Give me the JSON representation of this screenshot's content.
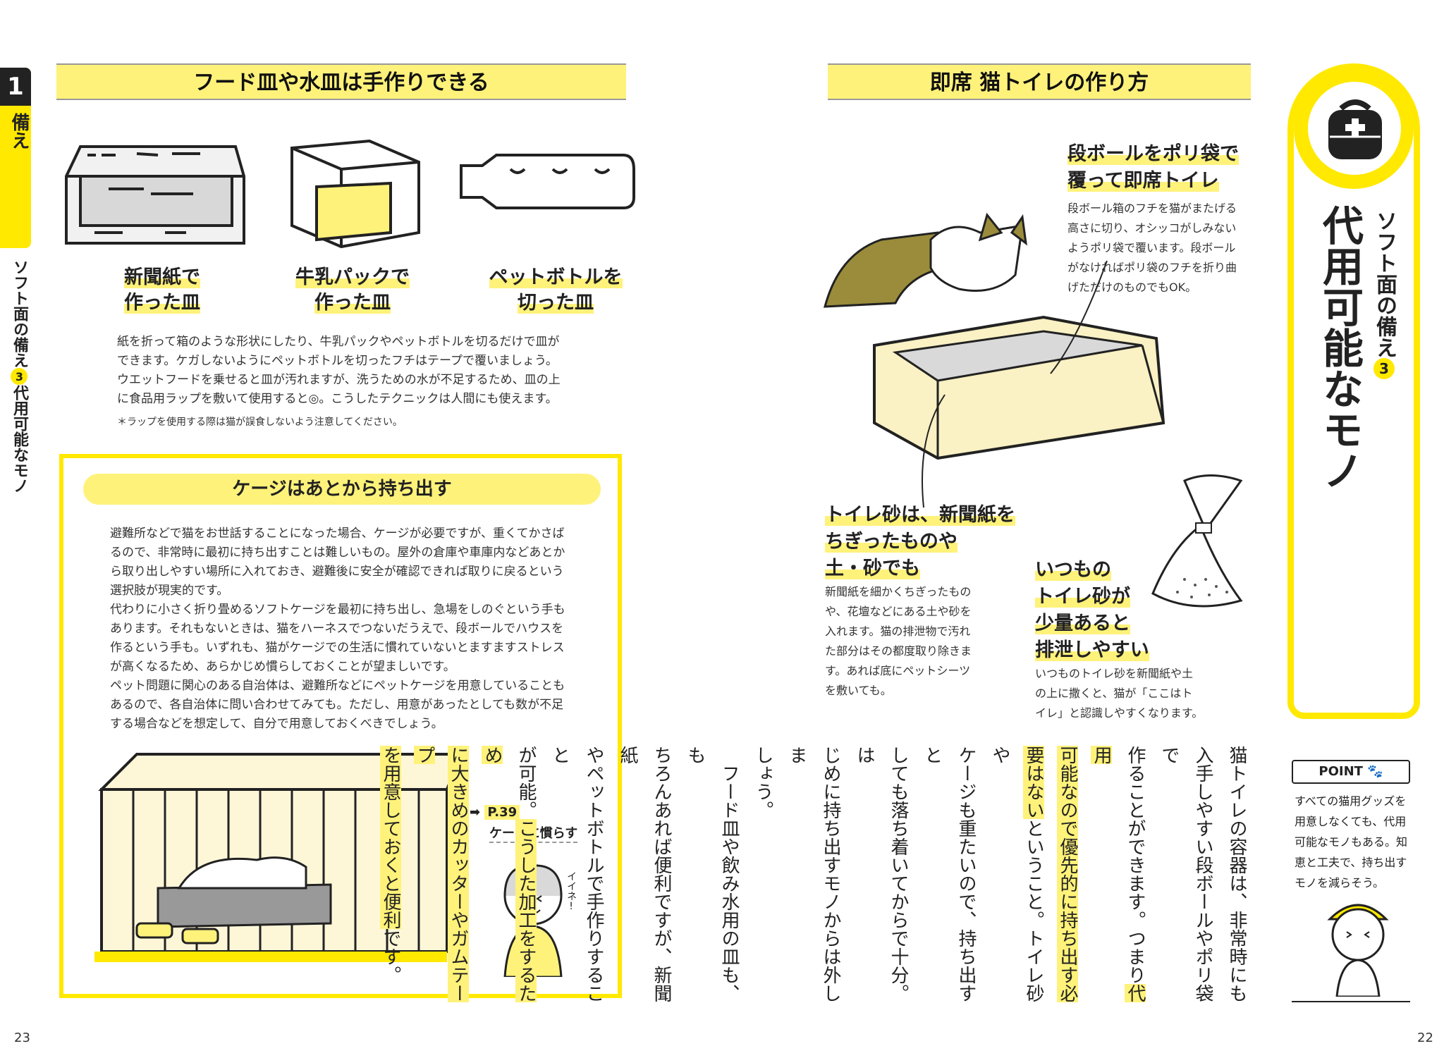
{
  "left_page": {
    "chapter_number": "1",
    "chapter_title": "備え",
    "running_head": {
      "part1": "ソフト面の備え",
      "num": "3",
      "part2": "代用可能なモノ"
    },
    "section1": {
      "heading": "フード皿や水皿は手作りできる",
      "dishes": [
        {
          "line1": "新聞紙で",
          "line2": "作った皿"
        },
        {
          "line1": "牛乳パックで",
          "line2": "作った皿"
        },
        {
          "line1": "ペットボトルを",
          "line2": "切った皿"
        }
      ],
      "body": [
        "紙を折って箱のような形状にしたり、牛乳パックやペットボトルを切るだけで皿が",
        "できます。ケガしないようにペットボトルを切ったフチはテープで覆いましょう。",
        "ウエットフードを乗せると皿が汚れますが、洗うための水が不足するため、皿の上",
        "に食品用ラップを敷いて使用すると◎。こうしたテクニックは人間にも使えます。"
      ],
      "note": "＊ラップを使用する際は猫が誤食しないよう注意してください。"
    },
    "section2": {
      "heading": "ケージはあとから持ち出す",
      "body": [
        "避難所などで猫をお世話することになった場合、ケージが必要ですが、重くてかさば",
        "るので、非常時に最初に持ち出すことは難しいもの。屋外の倉庫や車庫内などあとか",
        "ら取り出しやすい場所に入れておき、避難後に安全が確認できれば取りに戻るという",
        "選択肢が現実的です。",
        "代わりに小さく折り畳めるソフトケージを最初に持ち出し、急場をしのぐという手も",
        "あります。それもないときは、猫をハーネスでつないだうえで、段ボールでハウスを",
        "作るという手も。いずれも、猫がケージでの生活に慣れていないとますますストレス",
        "が高くなるため、あらかじめ慣らしておくことが望ましいです。",
        "ペット問題に関心のある自治体は、避難所などにペットケージを用意していることも",
        "あるので、各自治体に問い合わせてみても。ただし、用意があったとしても数が不足",
        "する場合などを想定して、自分で用意しておくべきでしょう。"
      ],
      "ref_page": "P.39",
      "ref_text": "ケージに慣らす",
      "person_speech": "イイネ!"
    },
    "page_number": "23"
  },
  "right_page": {
    "section_heading": "即席 猫トイレの作り方",
    "tab": {
      "sub_a": "ソフト面の備え",
      "sub_num": "3",
      "title": "代用可能なモノ"
    },
    "callout1": {
      "head1": "段ボールをポリ袋で",
      "head2": "覆って即席トイレ",
      "body": [
        "段ボール箱のフチを猫がまたげる",
        "高さに切り、オシッコがしみない",
        "ようポリ袋で覆います。段ボール",
        "がなければポリ袋のフチを折り曲",
        "げただけのものでもOK。"
      ]
    },
    "callout2": {
      "head1": "トイレ砂は、新聞紙を",
      "head2": "ちぎったものや",
      "head3": "土・砂でも",
      "body": [
        "新聞紙を細かくちぎったもの",
        "や、花壇などにある土や砂を",
        "入れます。猫の排泄物で汚れ",
        "た部分はその都度取り除きま",
        "す。あれば底にペットシーツ",
        "を敷いても。"
      ]
    },
    "callout3": {
      "head1": "いつもの",
      "head2": "トイレ砂が",
      "head3": "少量あると",
      "head4": "排泄しやすい",
      "body": [
        "いつものトイレ砂を新聞紙や土",
        "の上に撒くと、猫が「ここはト",
        "イレ」と認識しやすくなります。"
      ]
    },
    "vertical_body": [
      {
        "parts": [
          {
            "t": "猫トイレの容器は、非常時にも",
            "h": false
          }
        ]
      },
      {
        "parts": [
          {
            "t": "入手しやすい段ボールやポリ袋で",
            "h": false
          }
        ]
      },
      {
        "parts": [
          {
            "t": "作ることができます。つまり",
            "h": false
          },
          {
            "t": "代用",
            "h": true
          }
        ]
      },
      {
        "parts": [
          {
            "t": "可能なので優先的に持ち出す必",
            "h": true
          }
        ]
      },
      {
        "parts": [
          {
            "t": "要はない",
            "h": true
          },
          {
            "t": "ということ。トイレ砂や",
            "h": false
          }
        ]
      },
      {
        "parts": [
          {
            "t": "ケージも重たいので、持ち出すと",
            "h": false
          }
        ]
      },
      {
        "parts": [
          {
            "t": "しても落ち着いてからで十分。は",
            "h": false
          }
        ]
      },
      {
        "parts": [
          {
            "t": "じめに持ち出すモノからは外しま",
            "h": false
          }
        ]
      },
      {
        "parts": [
          {
            "t": "しょう。",
            "h": false
          }
        ]
      },
      {
        "parts": [
          {
            "t": "　フード皿や飲み水用の皿も、も",
            "h": false
          }
        ]
      },
      {
        "parts": [
          {
            "t": "ちろんあれば便利ですが、新聞紙",
            "h": false
          }
        ]
      },
      {
        "parts": [
          {
            "t": "やペットボトルで手作りすること",
            "h": false
          }
        ]
      },
      {
        "parts": [
          {
            "t": "が可能。",
            "h": false
          },
          {
            "t": "こうした加工をするため",
            "h": true
          }
        ]
      },
      {
        "parts": [
          {
            "t": "に大きめのカッターやガムテープ",
            "h": true
          }
        ]
      },
      {
        "parts": [
          {
            "t": "を用意しておくと便利",
            "h": true
          },
          {
            "t": "です。",
            "h": false
          }
        ]
      }
    ],
    "point": {
      "label": "POINT",
      "text": [
        "すべての猫用グッズを",
        "用意しなくても、代用",
        "可能なモノもある。知",
        "恵と工夫で、持ち出す",
        "モノを減らそう。"
      ]
    },
    "page_number": "22"
  }
}
